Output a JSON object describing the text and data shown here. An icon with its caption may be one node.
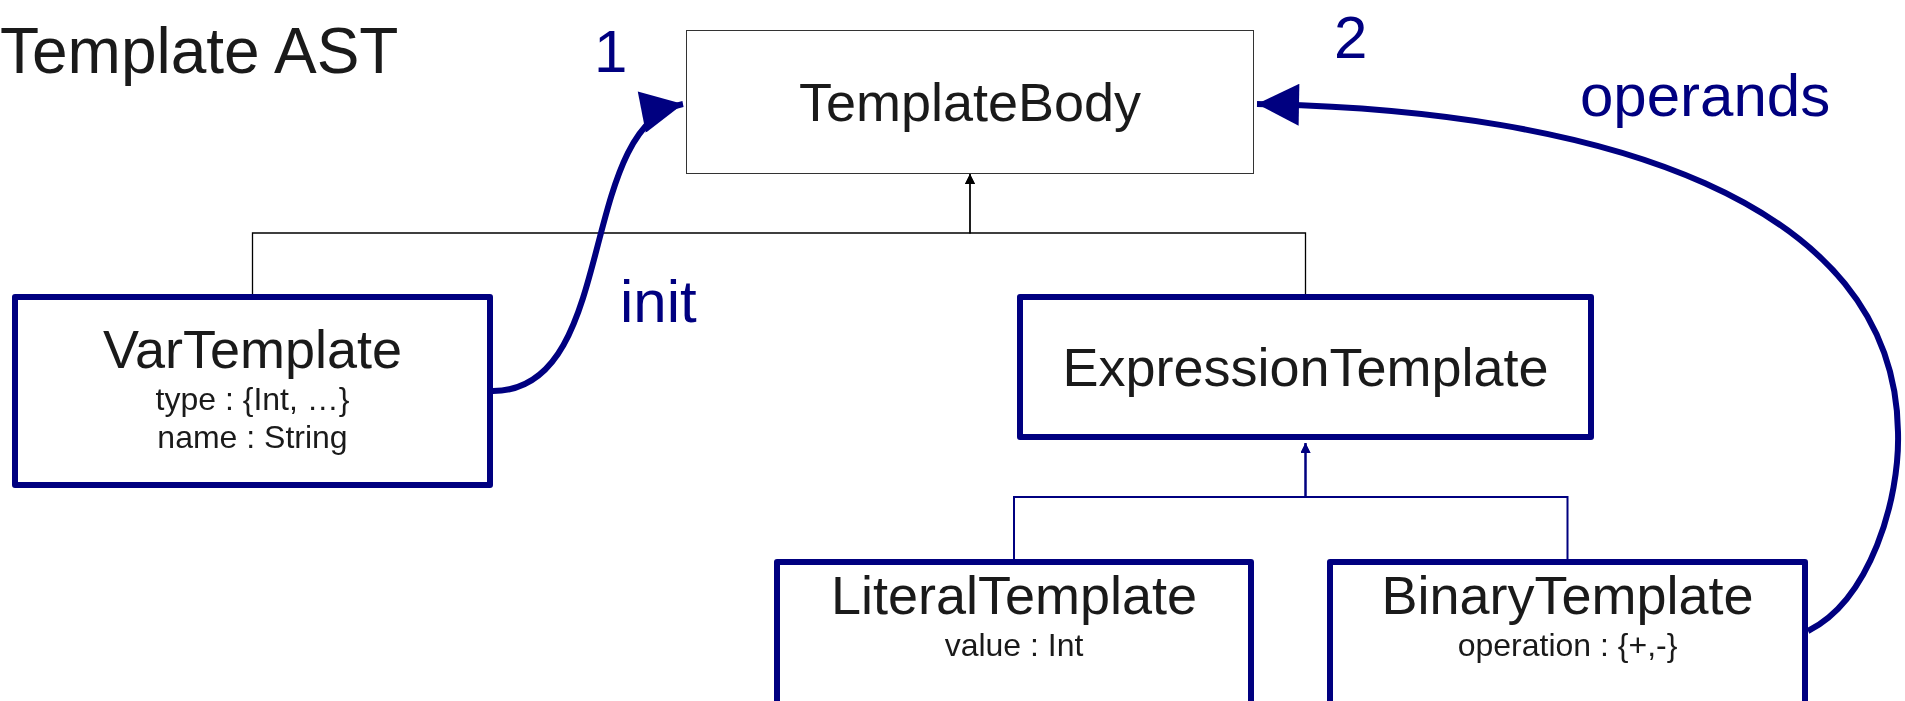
{
  "diagram": {
    "title": "Template AST",
    "nodes": [
      {
        "text": [
          "TemplateBody"
        ]
      },
      {
        "text": [
          "VarTemplate",
          "type : {Int, …}",
          "name : String"
        ]
      },
      {
        "text": [
          "ExpressionTemplate"
        ]
      },
      {
        "text": [
          "LiteralTemplate",
          "value : Int"
        ]
      },
      {
        "text": [
          "BinaryTemplate",
          "operation : {+,-}"
        ]
      }
    ],
    "edges": [
      {
        "from": 1,
        "to": 0,
        "arrow": "to",
        "color": "#000000"
      },
      {
        "from": 2,
        "to": 0,
        "arrow": "to",
        "color": "#000000"
      },
      {
        "from": 1,
        "to": 0,
        "arrow": "to",
        "label": "init",
        "style": "thick"
      },
      {
        "from": 3,
        "to": 2,
        "arrow": "to"
      },
      {
        "from": 4,
        "to": 2,
        "arrow": "to"
      },
      {
        "from": 4,
        "to": 0,
        "arrow": "to",
        "label": "operands",
        "style": "thick"
      }
    ],
    "labels": [
      "1",
      "2"
    ]
  }
}
